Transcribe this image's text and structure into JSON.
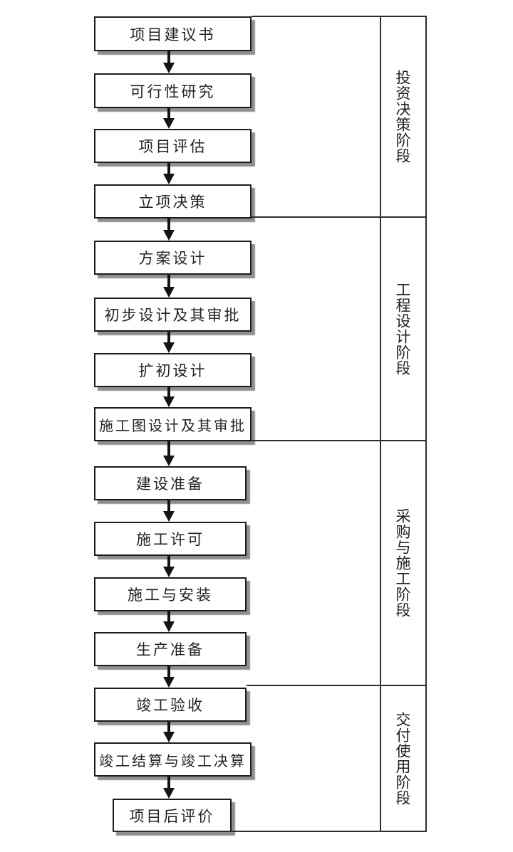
{
  "diagram": {
    "type": "flowchart",
    "orientation": "top-down",
    "phases": [
      {
        "label": "投资决策阶段",
        "steps": [
          "项目建议书",
          "可行性研究",
          "项目评估",
          "立项决策"
        ]
      },
      {
        "label": "工程设计阶段",
        "steps": [
          "方案设计",
          "初步设计及其审批",
          "扩初设计",
          "施工图设计及其审批"
        ]
      },
      {
        "label": "采购与施工阶段",
        "steps": [
          "建设准备",
          "施工许可",
          "施工与安装",
          "生产准备"
        ]
      },
      {
        "label": "交付使用阶段",
        "steps": [
          "竣工验收",
          "竣工结算与竣工决算",
          "项目后评价"
        ]
      }
    ],
    "colors": {
      "background": "#ffffff",
      "box_fill": "#ffffff",
      "box_border": "#1c1c1c",
      "box_shadow": "#8f8f8f",
      "line": "#2e2e2e",
      "arrow": "#141414",
      "text": "#222222"
    }
  }
}
